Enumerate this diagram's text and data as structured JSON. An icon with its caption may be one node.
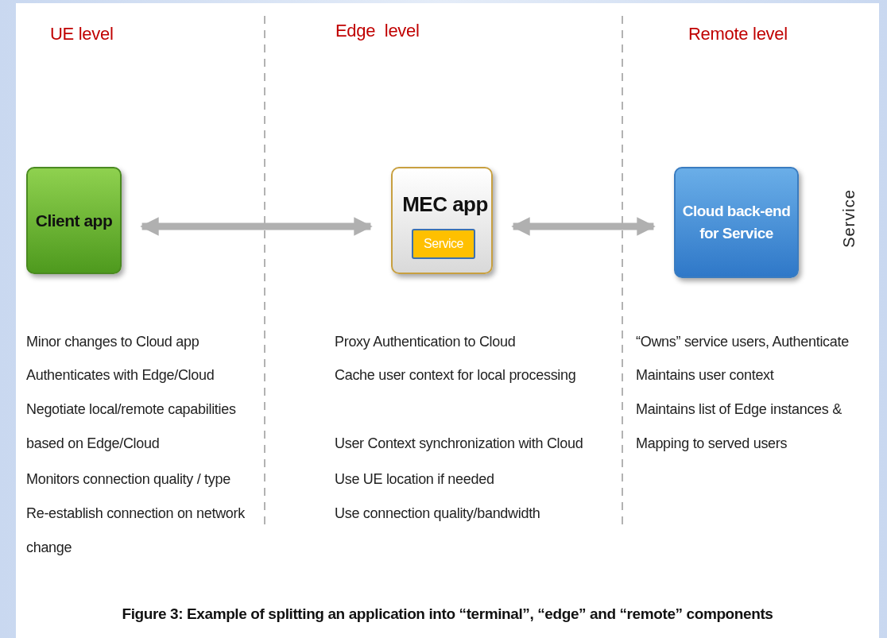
{
  "diagram": {
    "caption": "Figure 3: Example of splitting an application into “terminal”, “edge” and “remote” components",
    "nodes": [
      {
        "text": [
          "Client app"
        ]
      },
      {
        "text": [
          "MEC app"
        ]
      },
      {
        "text": [
          "Service"
        ],
        "in": 1
      },
      {
        "text": [
          "Cloud back-end for Service"
        ]
      }
    ],
    "edges": [
      {
        "from": 0,
        "to": 1,
        "arrow": "both"
      },
      {
        "from": 1,
        "to": 3,
        "arrow": "both"
      }
    ],
    "labels": [
      "UE level",
      "Edge  level",
      "Remote level",
      "Service",
      "Minor changes to Cloud app",
      "Authenticates with Edge/Cloud",
      "Negotiate local/remote capabilities based on Edge/Cloud",
      "Monitors connection quality / type",
      "Re-establish connection on network change",
      "Proxy Authentication to Cloud",
      "Cache user context for local processing",
      "User Context synchronization with Cloud",
      "Use UE location if needed",
      "Use connection quality/bandwidth",
      "“Owns” service users, Authenticate",
      "Maintains user context",
      "Maintains list of Edge instances & Mapping to served users"
    ]
  }
}
